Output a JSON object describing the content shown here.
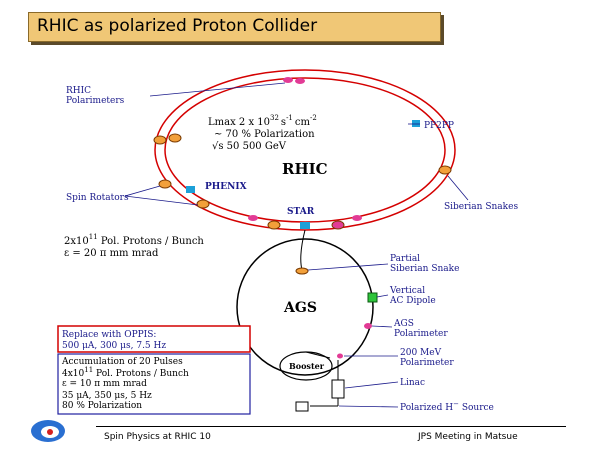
{
  "slide": {
    "title": "RHIC as polarized Proton Collider",
    "footer_left": "Spin Physics at RHIC 10",
    "footer_right": "JPS Meeting in Matsue"
  },
  "diagram": {
    "rhic_label": "RHIC",
    "ags_label": "AGS",
    "booster_label": "Booster",
    "rhic_polarimeters": [
      "RHIC",
      "Polarimeters"
    ],
    "pp2pp": "PP2PP",
    "phenix": "PHENIX",
    "star": "STAR",
    "spin_rotators": "Spin Rotators",
    "siberian_snakes": "Siberian Snakes",
    "lumi_line": "Lmax    2 x 10",
    "lumi_exp": "32",
    "lumi_units": "s",
    "lumi_units_exp": "-1",
    "lumi_cm": "cm",
    "lumi_cm_exp": "-2",
    "pol_line": "~ 70 % Polarization",
    "sqrt_line": "√s      50     500 GeV",
    "bunch_line1": "2x10",
    "bunch_exp1": "11",
    "bunch_line1b": " Pol. Protons / Bunch",
    "bunch_line2": "ε = 20 π mm mrad",
    "partial_snake": [
      "Partial",
      "Siberian Snake"
    ],
    "ac_dipole": [
      "Vertical",
      "AC Dipole"
    ],
    "ags_polarimeter": [
      "AGS",
      "Polarimeter"
    ],
    "mev_polarimeter": [
      "200 MeV",
      "Polarimeter"
    ],
    "linac": "Linac",
    "source": "Polarized H",
    "source_sup": "−",
    "source_tail": " Source",
    "replace_box": [
      "Replace with OPPIS:",
      "500 μA, 300 μs, 7.5 Hz"
    ],
    "info_box": {
      "line1": "Accumulation of 20 Pulses",
      "line2a": "4x10",
      "line2exp": "11",
      "line2b": " Pol. Protons / Bunch",
      "line3": "ε = 10 π mm mrad",
      "line4": "35 μA, 350 μs, 5 Hz",
      "line5": "80 % Polarization"
    }
  },
  "colors": {
    "title_bg": "#f0c776",
    "ring": "#d40000",
    "label": "#1a1a8a",
    "replace_border": "#d40000",
    "info_border": "#2020a0"
  }
}
